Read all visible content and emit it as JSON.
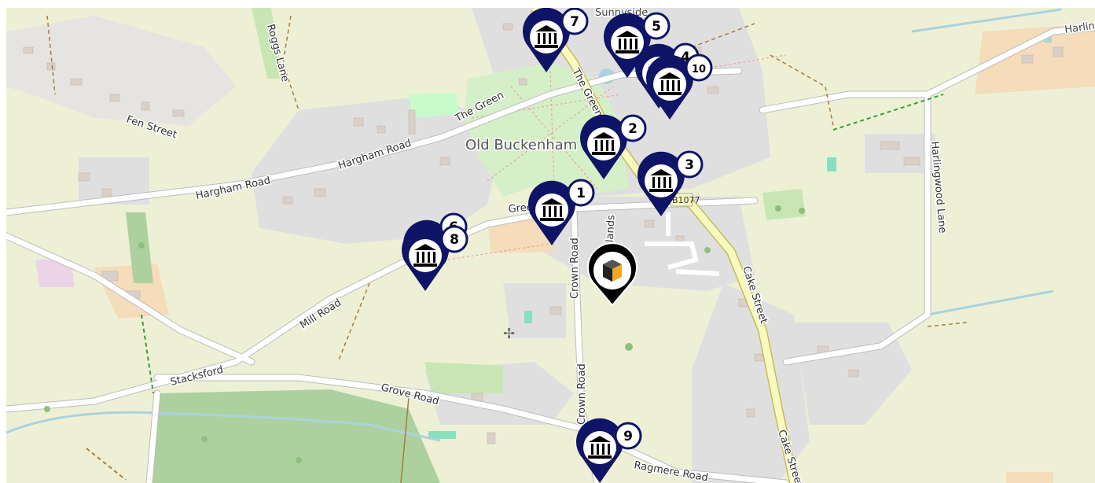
{
  "map": {
    "place_label": "Old Buckenham",
    "labels": {
      "sunnyside": "Sunnyside",
      "harling_cut": "Harlin",
      "roggs_lane": "Roggs Lane",
      "fen_street": "Fen Street",
      "the_green_west": "The Green",
      "hargham_road_1": "Hargham Road",
      "hargham_road_2": "Hargham Road",
      "the_green_main": "The Green",
      "green_short": "Gree",
      "bucklands": "Bucklands",
      "road_ref": "B1077",
      "crown_road_north": "Crown Road",
      "crown_road_south": "Crown Road",
      "cake_street_north": "Cake Street",
      "cake_street_south": "Cake Street",
      "harlingwood_lane": "Harlingwood Lane",
      "mill_road": "Mill Road",
      "stacksford": "Stacksford",
      "grove_road": "Grove Road",
      "ragmere_road": "Ragmere Road"
    },
    "colors": {
      "background": "#f2efe9",
      "farmland": "#eef0d5",
      "residential": "#e0dfdf",
      "park": "#c8facc",
      "wood": "#add19e",
      "road_major": "#f7fabf",
      "road_outline": "#bcbcbc",
      "water": "#aad3df",
      "marker_fill": "#0f1466",
      "property_marker_fill": "#000000"
    },
    "markers": [
      {
        "label": "1",
        "icon": "museum-icon"
      },
      {
        "label": "2",
        "icon": "museum-icon"
      },
      {
        "label": "3",
        "icon": "museum-icon"
      },
      {
        "label": "4",
        "icon": "museum-icon"
      },
      {
        "label": "5",
        "icon": "museum-icon"
      },
      {
        "label": "6",
        "icon": "museum-icon"
      },
      {
        "label": "7",
        "icon": "museum-icon"
      },
      {
        "label": "8",
        "icon": "museum-icon"
      },
      {
        "label": "9",
        "icon": "museum-icon"
      },
      {
        "label": "10",
        "icon": "museum-icon"
      }
    ],
    "property_marker": {
      "icon": "property-cube-icon"
    }
  }
}
